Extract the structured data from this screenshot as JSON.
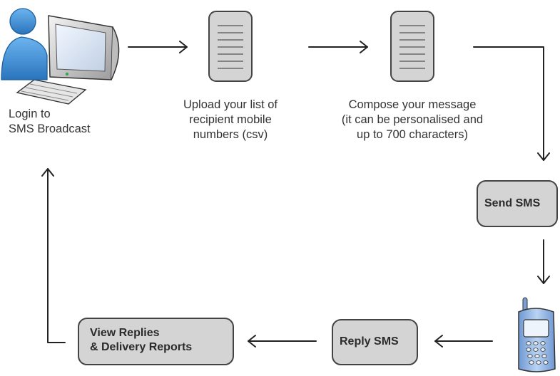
{
  "steps": {
    "login": {
      "line1": "Login to",
      "line2": "SMS Broadcast"
    },
    "upload": {
      "line1": "Upload your list of",
      "line2": "recipient mobile",
      "line3": "numbers (csv)"
    },
    "compose": {
      "line1": "Compose your message",
      "line2": "(it can be personalised and",
      "line3": "up to 700 characters)"
    },
    "send": {
      "label": "Send SMS"
    },
    "reply": {
      "label": "Reply SMS"
    },
    "view": {
      "line1": "View Replies",
      "line2": "& Delivery Reports"
    }
  },
  "icons": {
    "user_computer": "user-computer-icon",
    "document": "document-icon",
    "phone": "mobile-phone-icon"
  },
  "colors": {
    "box_fill": "#d4d4d4",
    "box_stroke": "#444444",
    "arrow": "#222222",
    "user_blue": "#3b8fd3",
    "phone_blue": "#8fb6e6"
  }
}
